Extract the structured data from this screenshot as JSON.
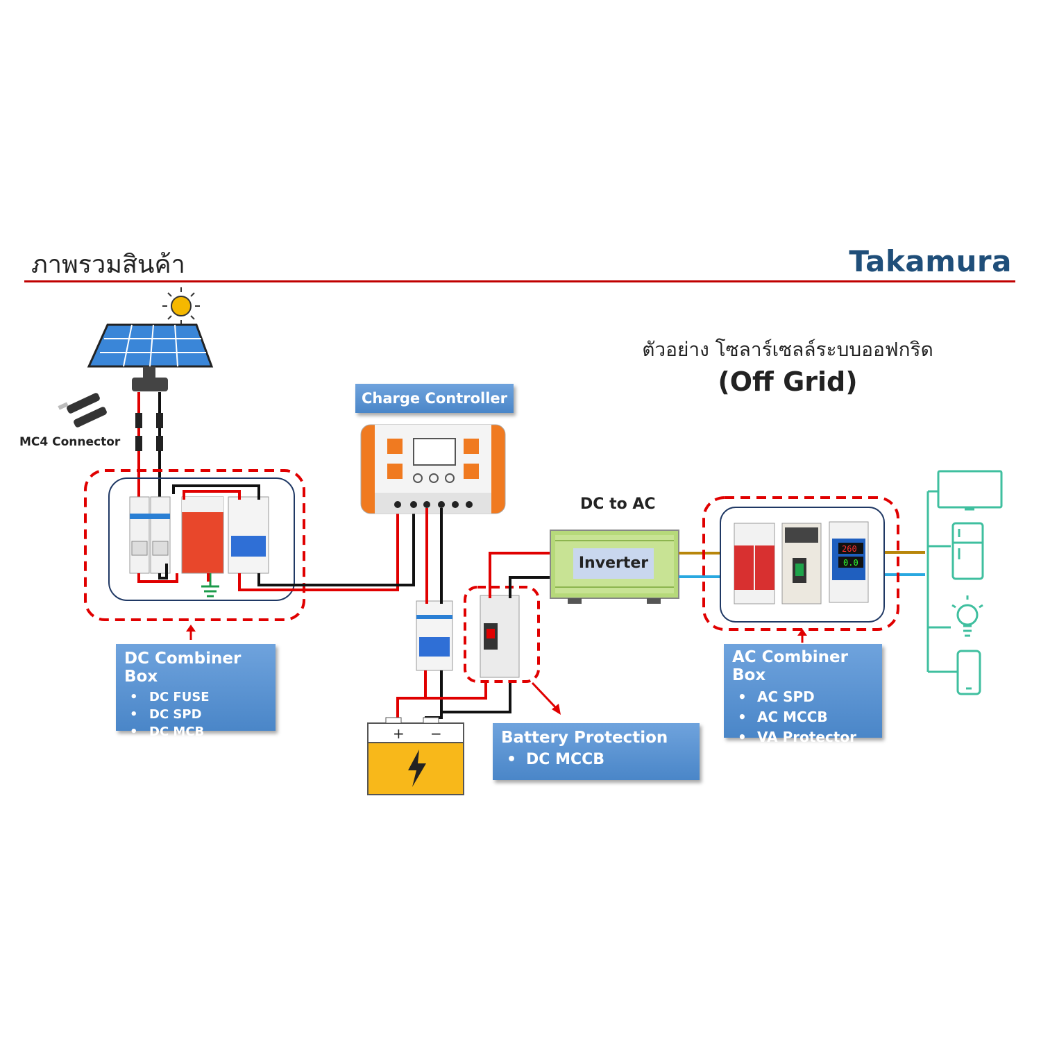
{
  "header": {
    "title": "ภาพรวมสินค้า",
    "brand": "Takamura",
    "accent_color": "#c00000",
    "brand_color": "#1f4e79"
  },
  "diagram": {
    "title_th": "ตัวอย่าง โซลาร์เซลล์ระบบออฟกริด",
    "title_en": "(Off Grid)"
  },
  "labels": {
    "mc4_connector": "MC4 Connector",
    "charge_controller": "Charge Controller",
    "dc_to_ac": "DC to AC",
    "inverter": "Inverter"
  },
  "dc_combiner_box": {
    "title": "DC Combiner Box",
    "items": [
      "DC FUSE",
      "DC SPD",
      "DC MCB"
    ]
  },
  "ac_combiner_box": {
    "title": "AC Combiner Box",
    "items": [
      "AC SPD",
      "AC MCCB",
      "VA Protector"
    ]
  },
  "battery_protection": {
    "title": "Battery Protection",
    "items": [
      "DC MCCB"
    ]
  },
  "battery": {
    "plus": "+",
    "minus": "−"
  },
  "va_display": {
    "voltage": "260",
    "current": "0.0"
  },
  "colors": {
    "wire_positive": "#e00000",
    "wire_negative": "#111111",
    "wire_ac_live": "#b8860b",
    "wire_ac_neutral": "#29a8e0",
    "load_color": "#3fbf9f",
    "label_blue": "#4a86c8"
  },
  "loads": [
    "tv-icon",
    "refrigerator-icon",
    "lightbulb-icon",
    "smartphone-icon"
  ]
}
